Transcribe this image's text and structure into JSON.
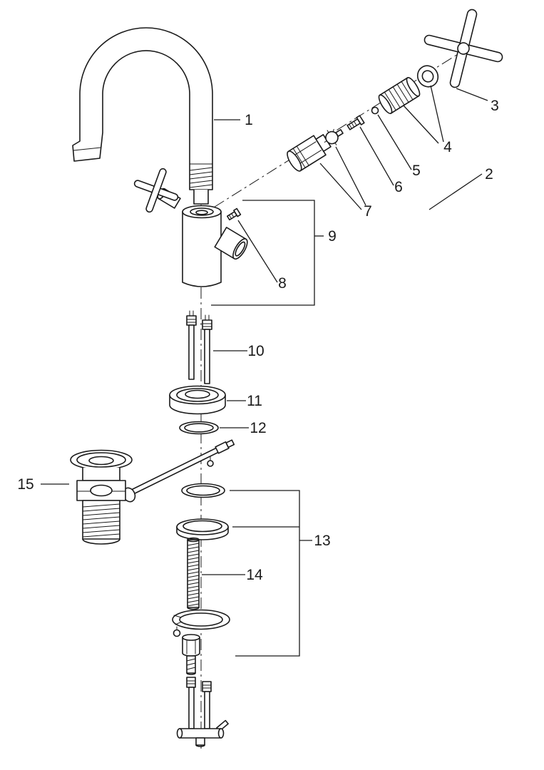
{
  "diagram": {
    "kind": "exploded-parts-diagram",
    "subject": "single-hole faucet with pop-up drain, exploded view",
    "colors": {
      "line": "#1a1a1a",
      "background": "#ffffff"
    },
    "callouts": [
      {
        "label": "1",
        "part": "curved-spout"
      },
      {
        "label": "2",
        "part": "handle-assembly"
      },
      {
        "label": "3",
        "part": "cross-handle"
      },
      {
        "label": "4",
        "part": "cap-and-sleeve"
      },
      {
        "label": "5",
        "part": "ball"
      },
      {
        "label": "6",
        "part": "screw"
      },
      {
        "label": "7",
        "part": "valve-cartridge"
      },
      {
        "label": "8",
        "part": "set-screw"
      },
      {
        "label": "9",
        "part": "faucet-body"
      },
      {
        "label": "10",
        "part": "supply-hoses"
      },
      {
        "label": "11",
        "part": "base-flange"
      },
      {
        "label": "12",
        "part": "gasket-ring"
      },
      {
        "label": "13",
        "part": "fastening-set"
      },
      {
        "label": "14",
        "part": "threaded-rod"
      },
      {
        "label": "15",
        "part": "pop-up-waste"
      }
    ]
  }
}
